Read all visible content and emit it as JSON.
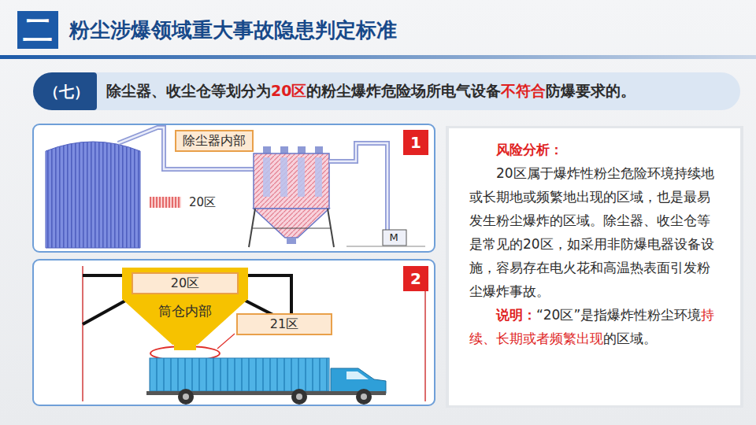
{
  "diagram": {
    "title": "粉尘涉爆领域重大事故隐患判定标准",
    "nodes": [
      {
        "text": [
          "（七）",
          "除尘器、收尘仓等划分为",
          "20区",
          "的粉尘爆炸危险场所电气设备",
          "不符合",
          "防爆要求的。"
        ]
      },
      {
        "text": [
          "除尘器内部"
        ]
      },
      {
        "text": [
          "1"
        ]
      },
      {
        "text": [
          "筒仓内部"
        ]
      },
      {
        "text": [
          "20区"
        ],
        "in": 3
      },
      {
        "text": [
          "21区"
        ]
      },
      {
        "text": [
          "2"
        ]
      },
      {
        "text": [
          "风险分析：",
          "20区属于爆炸性粉尘危险环境持续地或长期地或频繁地出现的区域，也是最易发生粉尘爆炸的区域。除尘器、收尘仓等是常见的20区，如采用非防爆电器设备设施，容易存在电火花和高温热表面引发粉尘爆炸事故。",
          "说明：",
          "“20区”是指爆炸性粉尘环境",
          "持续、长期或者频繁出现",
          "的区域。"
        ]
      }
    ],
    "edges": [],
    "labels": [
      "二",
      "M"
    ],
    "legend": [
      {
        "text": "20区"
      }
    ]
  }
}
